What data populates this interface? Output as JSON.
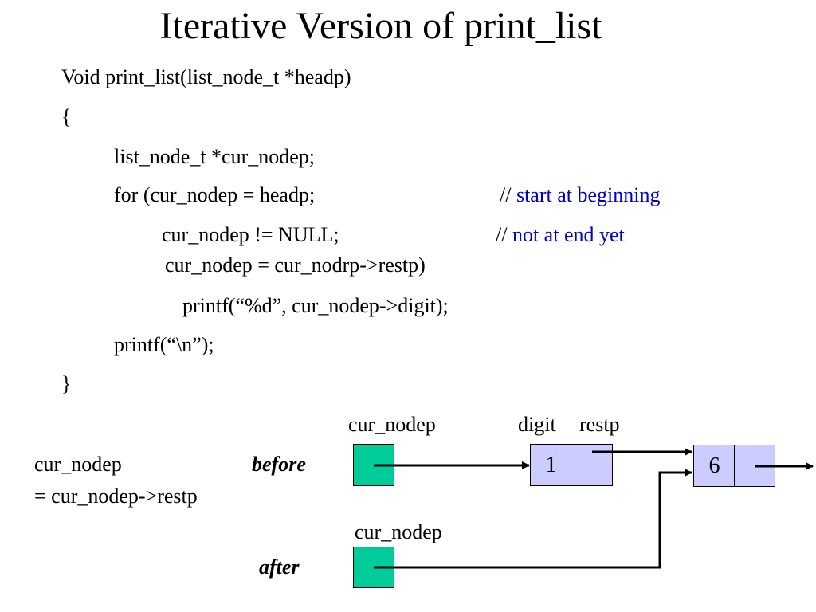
{
  "title": "Iterative Version of print_list",
  "code": {
    "line1": "Void print_list(list_node_t *headp)",
    "open_brace": "{",
    "line3": "list_node_t *cur_nodep;",
    "line4_code": "for (cur_nodep = headp;",
    "line4_slashes": "// ",
    "line4_comment": "start at beginning",
    "line5_code": "cur_nodep != NULL;",
    "line5_slashes": "// ",
    "line5_comment": "not at end yet",
    "line6": "cur_nodep = cur_nodrp->restp)",
    "line7": "printf(“%d”, cur_nodep->digit);",
    "line8": "printf(“\\n”);",
    "close_brace": "}"
  },
  "diagram": {
    "cur_nodep_top_label": "cur_nodep",
    "digit_label": "digit",
    "restp_label": "restp",
    "assign_line1": "cur_nodep",
    "assign_line2": "= cur_nodep->restp",
    "before_label": "before",
    "after_label": "after",
    "cur_nodep_bottom_label": "cur_nodep",
    "node1_digit": "1",
    "node2_digit": "6"
  },
  "colors": {
    "pointer_box": "#00cc99",
    "node_cell": "#ccccff",
    "comment_text": "#0000cc"
  }
}
